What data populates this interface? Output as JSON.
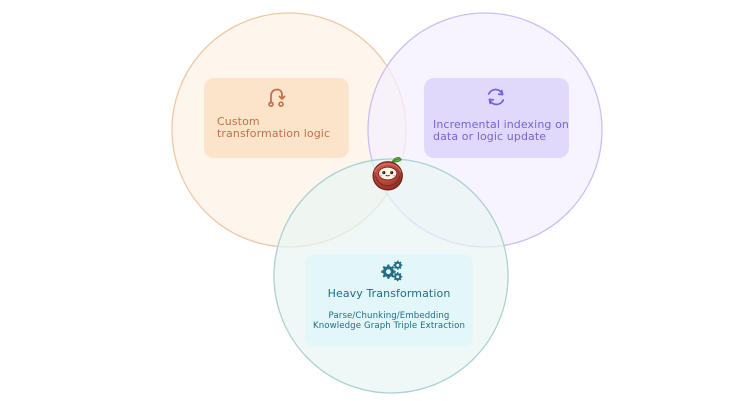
{
  "diagram": {
    "top_left": {
      "icon": "branch-loop-icon",
      "lines": [
        "Custom",
        "transformation logic"
      ]
    },
    "top_right": {
      "icon": "refresh-icon",
      "lines": [
        "Incremental indexing on",
        "data or logic update"
      ]
    },
    "bottom": {
      "icon": "gears-icon",
      "title": "Heavy Transformation",
      "subtitle_lines": [
        "Parse/Chunking/Embedding",
        "Knowledge Graph Triple Extraction"
      ]
    },
    "center_icon": "coconut-mascot-icon"
  },
  "colors": {
    "orange_circle_fill": "#fdf1e4",
    "orange_circle_stroke": "#efc9a6",
    "purple_circle_fill": "#f4f0ff",
    "purple_circle_stroke": "#c9bff3",
    "teal_circle_fill": "#e8f4f3",
    "teal_circle_stroke": "#a9d2d1",
    "orange_text": "#c4704b",
    "purple_text": "#7563d8",
    "teal_text": "#1f6f89"
  }
}
